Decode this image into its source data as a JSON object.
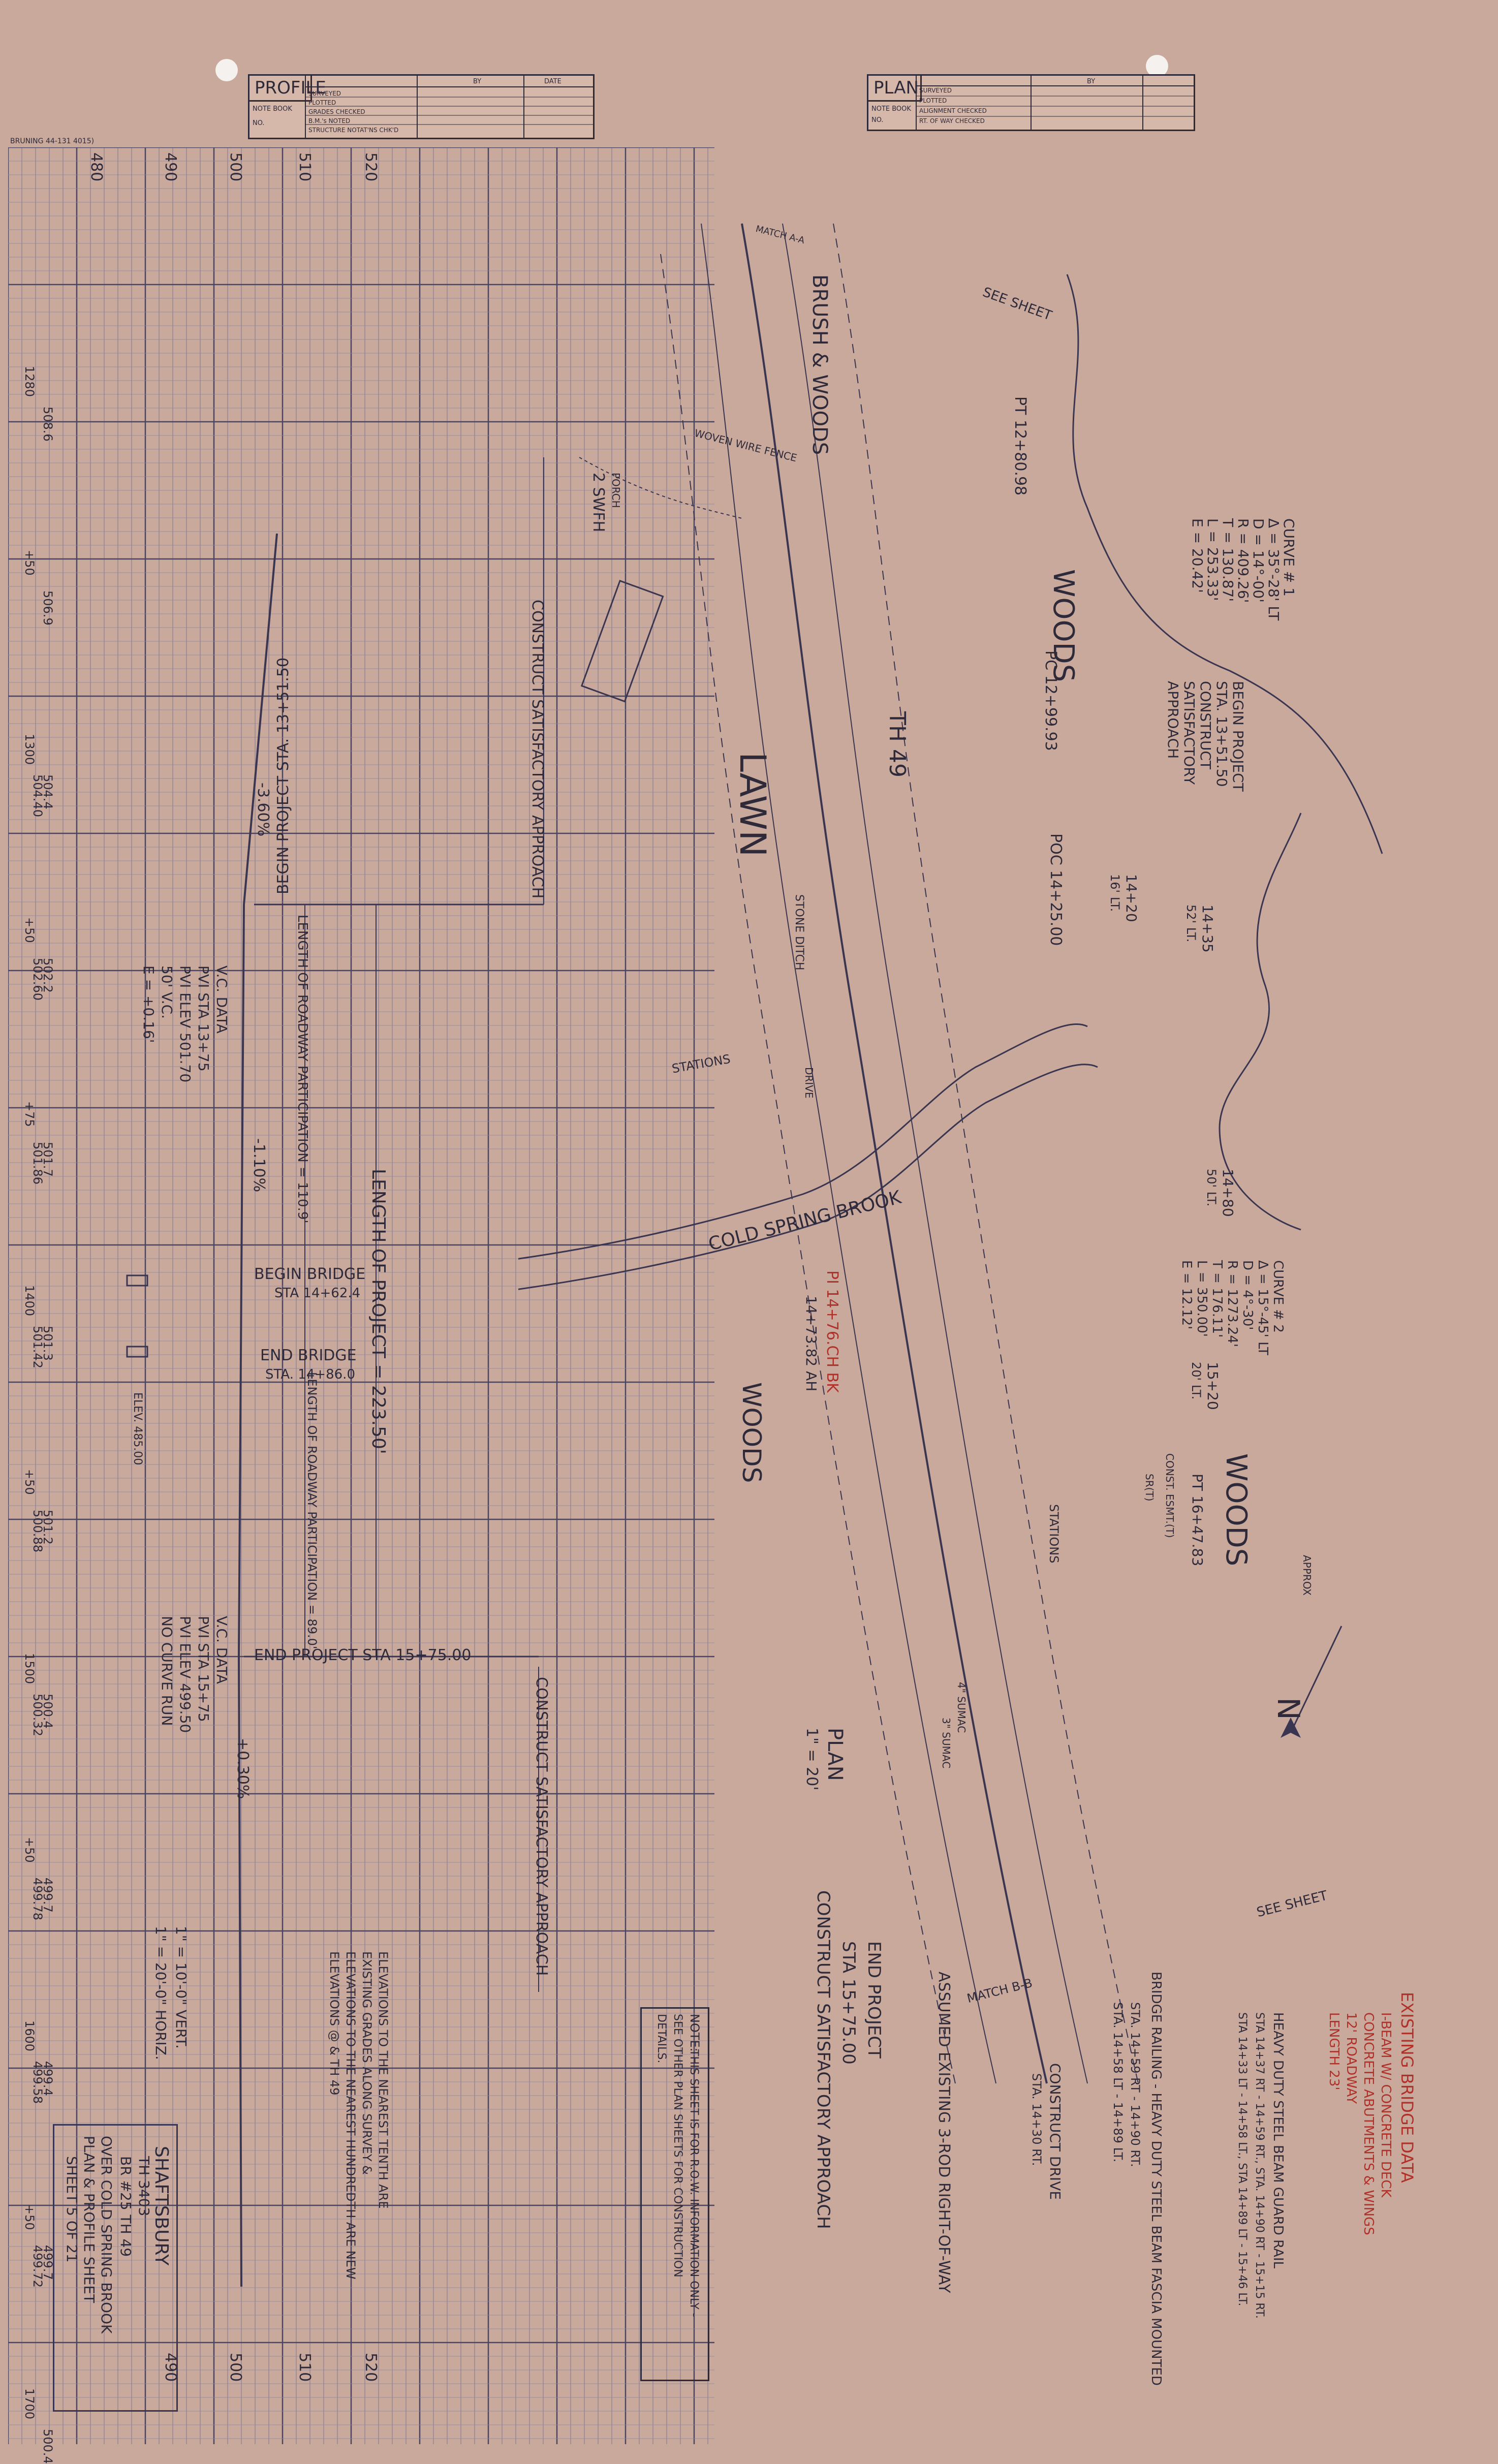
{
  "profile_block": {
    "title": "PROFILE",
    "by_label": "BY",
    "date_label": "DATE",
    "note_book": "NOTE BOOK",
    "no": "NO.",
    "rows": [
      "SURVEYED",
      "PLOTTED",
      "GRADES CHECKED",
      "B.M.'s NOTED",
      "STRUCTURE NOTAT'NS CHK'D"
    ]
  },
  "plan_block": {
    "title": "PLAN",
    "by_label": "BY",
    "note_book": "NOTE BOOK",
    "no": "NO.",
    "rows": [
      "SURVEYED",
      "PLOTTED",
      "ALIGNMENT CHECKED",
      "RT. OF WAY CHECKED"
    ]
  },
  "bruning_label": "BRUNING 44-131 4015)",
  "elevation_scale_top": [
    "480",
    "490",
    "500",
    "510",
    "520"
  ],
  "elevation_scale_bottom": [
    "490",
    "500",
    "510",
    "520"
  ],
  "station_labels": [
    {
      "sta": "1280",
      "elev": "508.6"
    },
    {
      "sta": "+50",
      "elev": "506.9"
    },
    {
      "sta": "1300",
      "elev": "504.4",
      "elev2": "504.40"
    },
    {
      "sta": "+50",
      "elev": "502.2",
      "elev2": "502.60"
    },
    {
      "sta": "+75",
      "elev": "501.7",
      "elev2": "501.86"
    },
    {
      "sta": "1400",
      "elev": "501.3",
      "elev2": "501.42"
    },
    {
      "sta": "+50",
      "elev": "501.2",
      "elev2": "500.88"
    },
    {
      "sta": "1500",
      "elev": "500.4",
      "elev2": "500.32"
    },
    {
      "sta": "+50",
      "elev": "499.7",
      "elev2": "499.78"
    },
    {
      "sta": "1600",
      "elev": "499.4",
      "elev2": "499.58"
    },
    {
      "sta": "+50",
      "elev": "499.7",
      "elev2": "499.72"
    },
    {
      "sta": "1700",
      "elev": "500.4"
    }
  ],
  "profile_notes": {
    "construct_approach_1": "CONSTRUCT SATISFACTORY APPROACH",
    "grade_1": "-3.60%",
    "begin_project": "BEGIN PROJECT STA. 13+51.50",
    "vc_data_1": [
      "V.C. DATA",
      "PVI STA 13+75",
      "PVI ELEV 501.70",
      "50' V.C.",
      "E = +0.16'"
    ],
    "length_roadway_1": "LENGTH OF ROADWAY PARTICIPATION = 110.9'",
    "grade_2": "-1.10%",
    "length_project": "LENGTH OF PROJECT = 223.50'",
    "begin_bridge": "BEGIN BRIDGE",
    "begin_bridge_sta": "STA 14+62.4",
    "end_bridge": "END BRIDGE",
    "end_bridge_sta": "STA. 14+86.0",
    "elev_485": "ELEV. 485.00",
    "length_roadway_2": "LENGTH OF ROADWAY PARTICIPATION = 89.0'",
    "vc_data_2": [
      "V.C. DATA",
      "PVI STA 15+75",
      "PVI ELEV 499.50",
      "NO CURVE RUN"
    ],
    "end_project": "END PROJECT STA 15+75.00",
    "grade_3": "+0.30%",
    "construct_approach_2": "CONSTRUCT SATISFACTORY APPROACH",
    "scale": [
      "1\" = 10'-0\" VERT.",
      "1\" = 20'-0\" HORIZ."
    ],
    "elevations_note": [
      "ELEVATIONS TO THE NEAREST TENTH ARE",
      "EXISTING GRADES ALONG SURVEY &",
      "ELEVATIONS TO THE NEAREST HUNDREDTH ARE NEW",
      "ELEVATIONS @ & TH 49"
    ]
  },
  "title_block": [
    "SHAFTSBURY",
    "TH 3403",
    "BR #25 TH 49",
    "OVER COLD SPRING BROOK",
    "PLAN & PROFILE SHEET",
    "SHEET 5 OF 21"
  ],
  "note_box": {
    "title": "NOTE:",
    "lines": [
      "THIS SHEET IS FOR R.O.W. INFORMATION ONLY -",
      "SEE OTHER PLAN SHEETS FOR CONSTRUCTION",
      "DETAILS."
    ]
  },
  "plan": {
    "curve1": [
      "CURVE # 1",
      "Δ = 35°-28' LT",
      "D = 14°-00'",
      "R = 409.26'",
      "T = 130.87'",
      "L = 253.33'",
      "E = 20.42'"
    ],
    "begin_project": [
      "BEGIN PROJECT",
      "STA. 13+51.50",
      "CONSTRUCT",
      "SATISFACTORY",
      "APPROACH"
    ],
    "curve2": [
      "CURVE # 2",
      "Δ = 15°-45' LT",
      "D = 4°-30'",
      "R = 1273.24'",
      "T = 176.11'",
      "L = 350.00'",
      "E = 12.12'"
    ],
    "woods_1": "WOODS",
    "woods_2": "WOODS",
    "woods_3": "WOODS",
    "lawn": "LAWN",
    "brush_woods": "BRUSH & WOODS",
    "th49": "TH 49",
    "cold_spring_brook": "COLD SPRING BROOK",
    "see_sheet_top": "SEE SHEET",
    "match_aa": "MATCH A-A",
    "see_sheet_bottom": "SEE SHEET",
    "match_bb": "MATCH B-B",
    "woven_wire_fence": "WOVEN WIRE FENCE",
    "porch": "PORCH",
    "swfh": "2 SWFH",
    "pt": "PT 12+80.98",
    "pc": "PC 12+99.93",
    "poc": "POC 14+25.00",
    "pi": "PI 14+76.CH BK",
    "pi_ah": "14+73.82 AH",
    "pt2": "PT 16+47.83",
    "stations_1": "STATIONS",
    "stations_2": "STATIONS",
    "sta_14_20": "14+20",
    "sta_14_20_lt": "16' LT.",
    "sta_14_35": "14+35",
    "sta_14_35_lt": "52' LT.",
    "sta_14_80": "14+80",
    "sta_14_80_lt": "50' LT.",
    "sta_15_20": "15+20",
    "sta_15_20_lt": "20' LT.",
    "const_esmt": "CONST. ESMT.(T)",
    "sr": "SR(T)",
    "stone_ditch": "STONE DITCH",
    "drive": "DRIVE",
    "plan_scale": [
      "PLAN",
      "1\" = 20'"
    ],
    "north": "N",
    "approx": "APPROX",
    "end_project": [
      "END PROJECT",
      "STA 15+75.00",
      "CONSTRUCT SATISFACTORY APPROACH"
    ],
    "sumac_1": "4\" SUMAC",
    "sumac_2": "3\" SUMAC",
    "row_note": "ASSUMED EXISTING 3-ROD RIGHT-OF-WAY",
    "guard_rail": [
      "HEAVY DUTY STEEL BEAM GUARD RAIL",
      "STA 14+37 RT - 14+59 RT., STA. 14+90 RT - 15+15 RT.",
      "STA 14+33 LT - 14+58 LT., STA 14+89 LT - 15+46 LT."
    ],
    "bridge_railing": [
      "BRIDGE RAILING - HEAVY DUTY STEEL BEAM FASCIA MOUNTED",
      "STA. 14+59 RT - 14+90 RT.",
      "STA. 14+58 LT - 14+89 LT."
    ],
    "construct_drive": [
      "CONSTRUCT DRIVE",
      "STA. 14+30 RT."
    ],
    "existing_bridge": [
      "EXISTING BRIDGE DATA",
      "I-BEAM W/ CONCRETE DECK",
      "CONCRETE ABUTMENTS & WINGS",
      "12' ROADWAY",
      "LENGTH 23'"
    ]
  }
}
